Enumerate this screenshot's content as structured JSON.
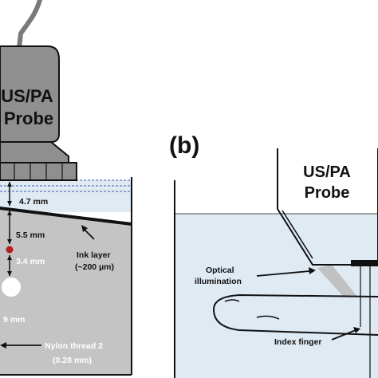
{
  "panel_a": {
    "probe_label_line1": "US/PA",
    "probe_label_line2": "Probe",
    "dimensions": {
      "d1": "4.7 mm",
      "d2": "5.5 mm",
      "d3": "3.4 mm",
      "d4": "9 mm"
    },
    "ink_layer_line1": "Ink layer",
    "ink_layer_line2": "(~200 µm)",
    "nylon_line1": "Nylon thread 2",
    "nylon_line2": "(0.28 mm)"
  },
  "panel_b": {
    "panel_label": "(b)",
    "probe_label_line1": "US/PA",
    "probe_label_line2": "Probe",
    "optical_line1": "Optical",
    "optical_line2": "illumination",
    "finger_label": "Index finger"
  },
  "colors": {
    "probe_gray": "#8f8f8f",
    "phantom_gray": "#c4c4c4",
    "water_blue": "#dfeaf3",
    "absorber_red": "#b02020"
  }
}
